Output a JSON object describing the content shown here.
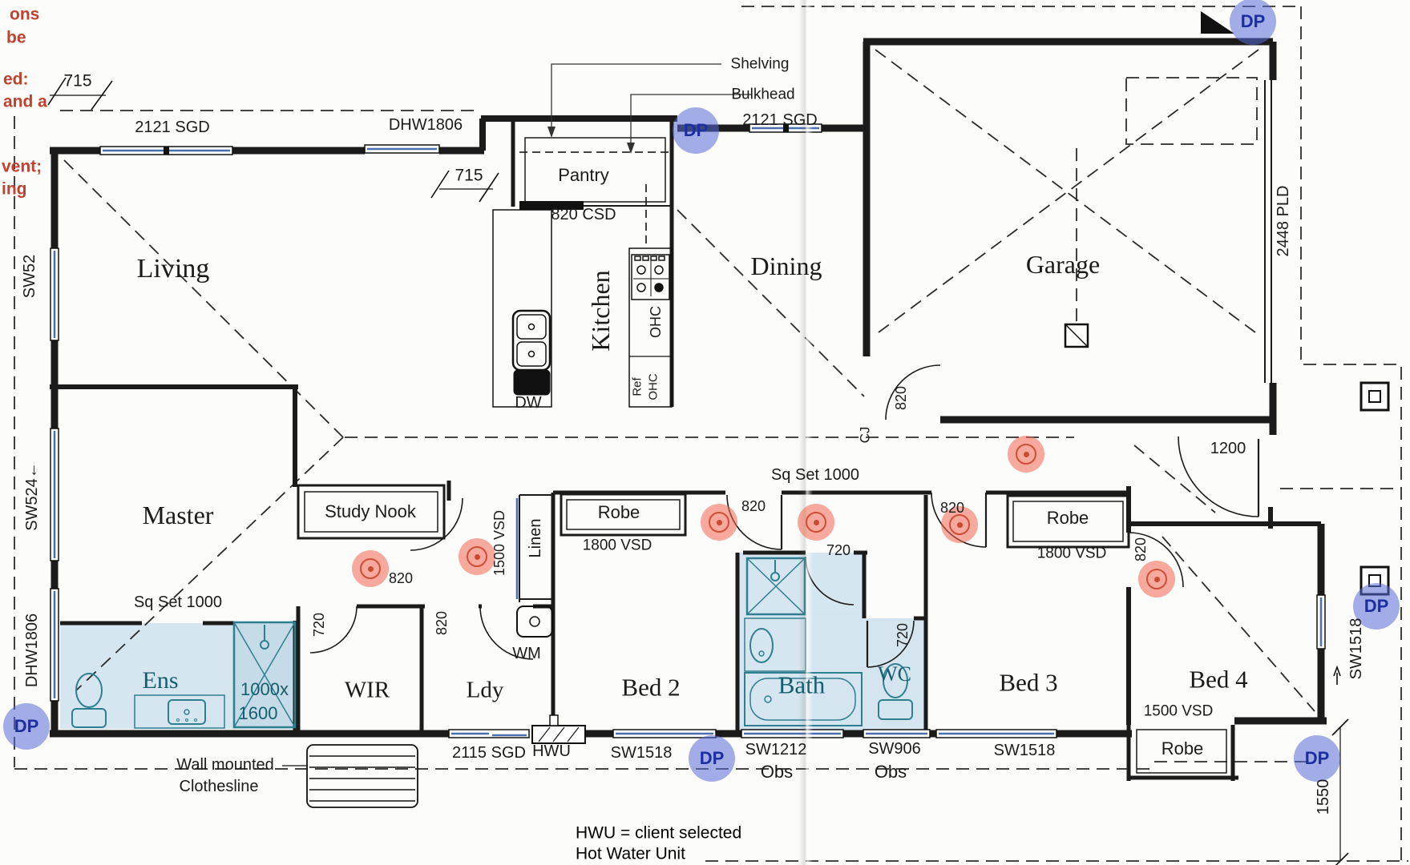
{
  "rooms": {
    "living": "Living",
    "dining": "Dining",
    "garage": "Garage",
    "kitchen": "Kitchen",
    "pantry": "Pantry",
    "master": "Master",
    "study_nook": "Study Nook",
    "ens": "Ens",
    "wir": "WIR",
    "ldy": "Ldy",
    "bed2": "Bed 2",
    "bath": "Bath",
    "wc": "WC",
    "bed3": "Bed 3",
    "bed4": "Bed 4",
    "linen": "Linen",
    "robe": "Robe",
    "wm": "WM",
    "dw": "DW",
    "ohc": "OHC",
    "ref": "Ref",
    "shower_dim_1": "1000x",
    "shower_dim_2": "1600"
  },
  "openings": {
    "sgd2121": "2121 SGD",
    "dhw1806": "DHW1806",
    "sw52": "SW52",
    "sw524": "SW524←",
    "sgd2115": "2115 SGD",
    "sw1518": "SW1518",
    "sw1212": "SW1212",
    "sw906": "SW906",
    "obs": "Obs",
    "vsd1800": "1800 VSD",
    "vsd1500": "1500 VSD",
    "pld2448": "2448 PLD",
    "hwu": "HWU",
    "csd820": "820 CSD"
  },
  "doors": {
    "d820": "820",
    "d720": "720",
    "d1200": "1200"
  },
  "dims": {
    "d715": "715",
    "sqset": "Sq Set 1000",
    "d1550": "1550",
    "cj": "CJ"
  },
  "badges": {
    "dp": "DP"
  },
  "annotations": {
    "shelving": "Shelving",
    "bulkhead": "Bulkhead",
    "clothesline1": "Wall mounted",
    "clothesline2": "Clothesline",
    "hwu_note1": "HWU = client selected",
    "hwu_note2": "Hot Water Unit",
    "margin": [
      "ons",
      "be",
      "ed:",
      "and a",
      "vent;",
      "ing"
    ]
  },
  "colors": {
    "wall": "#1b1b1b",
    "wet_area_highlight": "#cfe2ee",
    "fixture_teal": "#2e7f8f",
    "window_blue": "#4a6fae",
    "downlight_red": "#e8604c",
    "dp_blue": "#5a6ad4",
    "margin_red": "#c2402e"
  }
}
